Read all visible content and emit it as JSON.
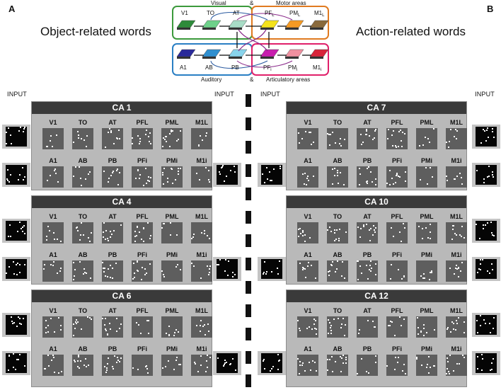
{
  "panels": {
    "left_letter": "A",
    "right_letter": "B"
  },
  "headings": {
    "left": "Object-related words",
    "right": "Action-related words"
  },
  "input_label": "INPUT",
  "diagram": {
    "top_caption": [
      "Visual",
      "&",
      "Motor areas"
    ],
    "bottom_caption": [
      "Auditory",
      "&",
      "Articulatory areas"
    ],
    "top_labels": [
      {
        "text": "V1",
        "sub": ""
      },
      {
        "text": "TO",
        "sub": ""
      },
      {
        "text": "AT",
        "sub": ""
      },
      {
        "text": "PF",
        "sub": "L"
      },
      {
        "text": "PM",
        "sub": "L"
      },
      {
        "text": "M1",
        "sub": "L"
      }
    ],
    "bottom_labels": [
      {
        "text": "A1",
        "sub": ""
      },
      {
        "text": "AB",
        "sub": ""
      },
      {
        "text": "PB",
        "sub": ""
      },
      {
        "text": "PF",
        "sub": "i"
      },
      {
        "text": "PM",
        "sub": "i"
      },
      {
        "text": "M1",
        "sub": "i"
      }
    ],
    "top_colors": [
      "#2e8b3a",
      "#6ed18a",
      "#a8dcc6",
      "#f4e21a",
      "#f59a23",
      "#8a6a3c"
    ],
    "bottom_colors": [
      "#2a2a9a",
      "#2f8fd0",
      "#88d4ec",
      "#c81eae",
      "#f090a0",
      "#d8243a"
    ],
    "frame_colors": {
      "top": "#3c9a3c",
      "top_right": "#e07a20",
      "bottom": "#2a7fc4",
      "bottom_right": "#e0206a"
    }
  },
  "area_labels_top": [
    "V1",
    "TO",
    "AT",
    "PFL",
    "PML",
    "M1L"
  ],
  "area_labels_bottom": [
    "A1",
    "AB",
    "PB",
    "PFi",
    "PMi",
    "M1i"
  ],
  "left_blocks": [
    {
      "title": "CA 1"
    },
    {
      "title": "CA 4"
    },
    {
      "title": "CA 6"
    }
  ],
  "right_blocks": [
    {
      "title": "CA 7"
    },
    {
      "title": "CA 10"
    },
    {
      "title": "CA 12"
    }
  ]
}
